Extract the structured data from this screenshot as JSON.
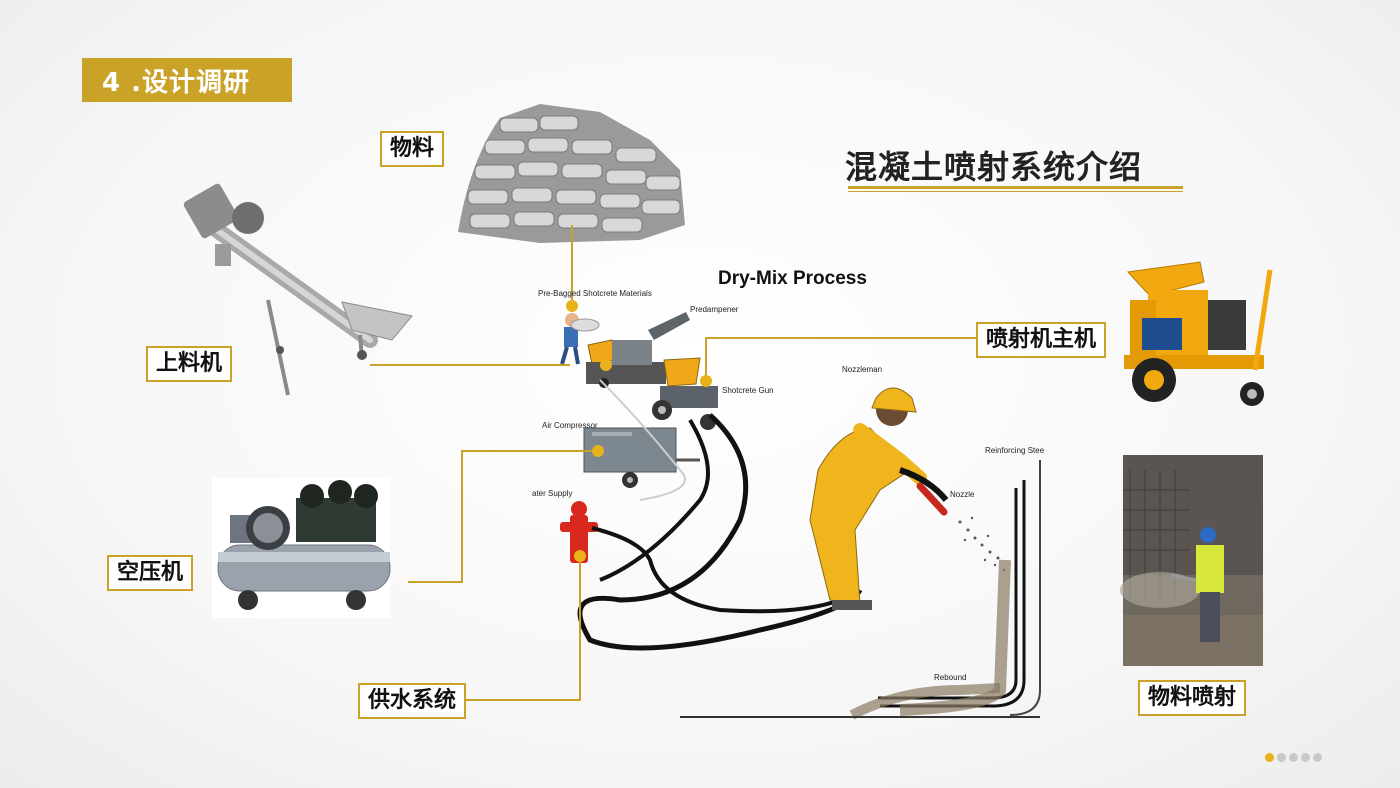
{
  "section": {
    "tag": "4 .设计调研"
  },
  "title": "混凝土喷射系统介绍",
  "process_title": "Dry-Mix Process",
  "labels": {
    "materials": "物料",
    "feeder": "上料机",
    "sprayer_main": "喷射机主机",
    "air_compressor": "空压机",
    "water_supply": "供水系统",
    "material_spray": "物料喷射"
  },
  "diagram_labels": {
    "pre_bagged": "Pre-Bagged Shotcrete Materials",
    "predampener": "Predampener",
    "shotcrete_gun": "Shotcrete Gun",
    "air_compressor": "Air Compressor",
    "water_supply": "ater Supply",
    "nozzleman": "Nozzleman",
    "reinforcing": "Reinforcing Stee",
    "nozzle": "Nozzle",
    "rebound": "Rebound"
  },
  "colors": {
    "accent": "#c9a227",
    "pager_active": "#e8b21a",
    "pager_inactive": "#c8c8c8"
  },
  "pager": {
    "total": 5,
    "active": 1
  }
}
